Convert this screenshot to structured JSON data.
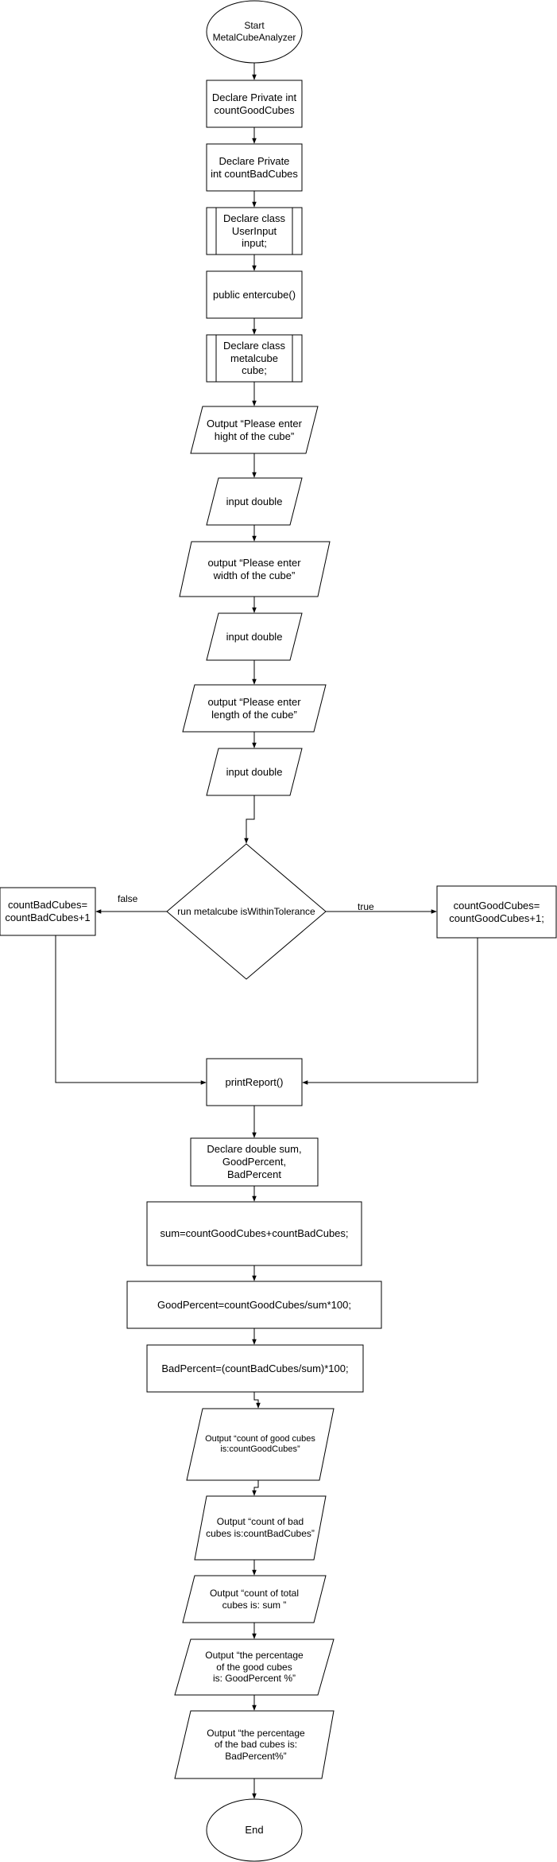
{
  "nodes": {
    "start": "Start\nMetalCubeAnalyzer",
    "declare_good": "Declare Private int\ncountGoodCubes",
    "declare_bad": "Declare Private\nint countBadCubes",
    "declare_input": "Declare class\nUserInput\ninput;",
    "entercube": "public entercube()",
    "declare_cube": "Declare class\nmetalcube\ncube;",
    "out_height": "Output “Please enter\nhight of the cube”",
    "in_height": "input double",
    "out_width": "output “Please enter\nwidth of the cube”",
    "in_width": "input double",
    "out_length": "output “Please enter\nlength of the cube”",
    "in_length": "input double",
    "decision": "run metalcube isWithinTolerance",
    "bad_inc": "countBadCubes=\ncountBadCubes+1",
    "good_inc": "countGoodCubes=\ncountGoodCubes+1;",
    "print_report": "printReport()",
    "declare_double": "Declare double sum,\nGoodPercent,\nBadPercent",
    "sum": "sum=countGoodCubes+countBadCubes;",
    "good_pct": "GoodPercent=countGoodCubes/sum*100;",
    "bad_pct": "BadPercent=(countBadCubes/sum)*100;",
    "out_good_count": "Output “count of good cubes\nis:countGoodCubes”",
    "out_bad_count": "Output “count of bad\ncubes is:countBadCubes”",
    "out_total": "Output “count of total\ncubes is: sum ”",
    "out_good_pct": "Output “the percentage\nof the good cubes\nis: GoodPercent %”",
    "out_bad_pct": "Output “the percentage\nof the bad cubes is:\nBadPercent%”",
    "end": "End"
  },
  "edges": {
    "false_label": "false",
    "true_label": "true"
  }
}
